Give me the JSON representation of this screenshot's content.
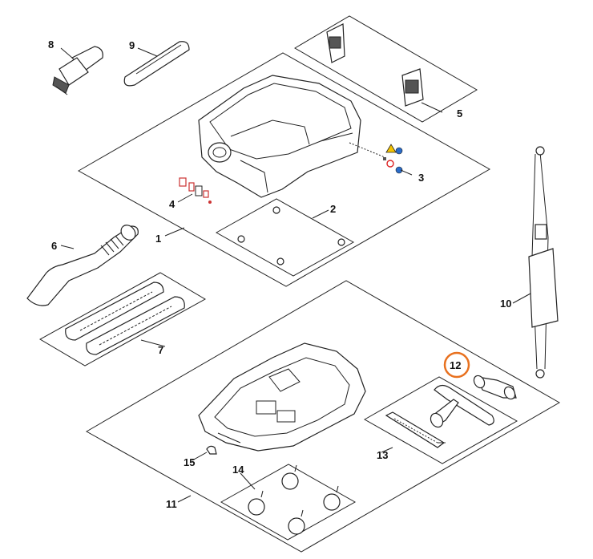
{
  "callouts": {
    "p1": "1",
    "p2": "2",
    "p3": "3",
    "p4": "4",
    "p5": "5",
    "p6": "6",
    "p7": "7",
    "p8": "8",
    "p9": "9",
    "p10": "10",
    "p11": "11",
    "p12": "12",
    "p13": "13",
    "p14": "14",
    "p15": "15"
  },
  "highlight": {
    "item": "12",
    "color": "#e8711f"
  }
}
